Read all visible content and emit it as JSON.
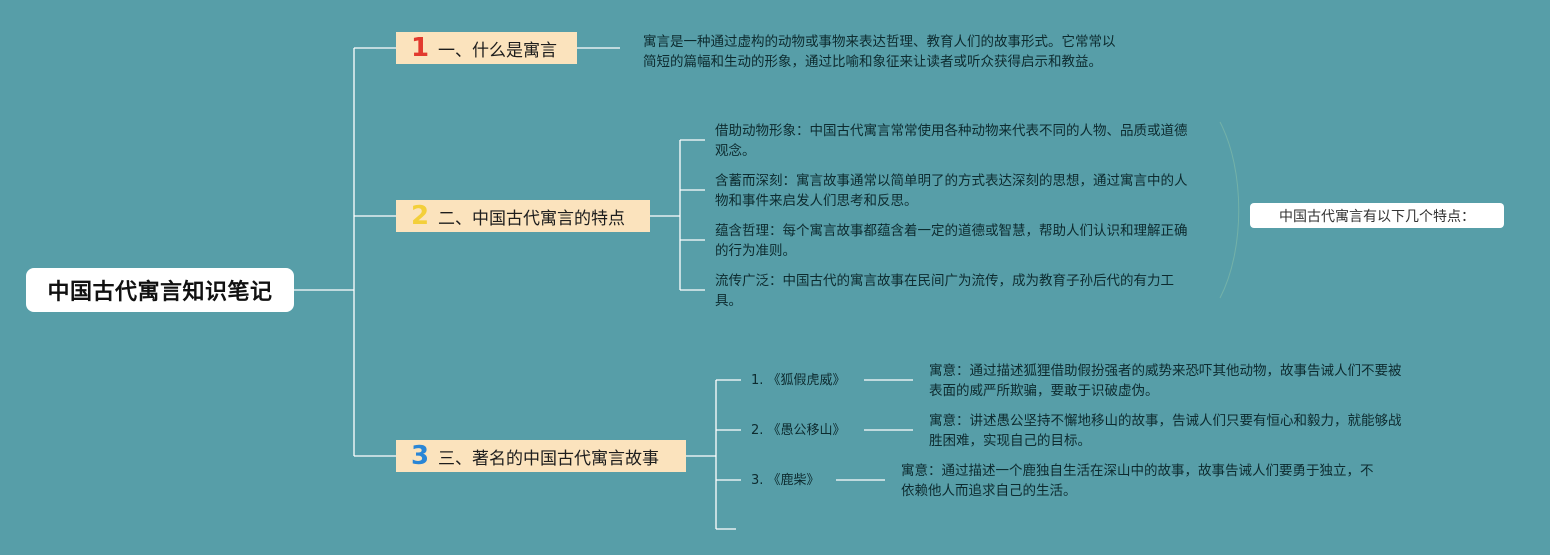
{
  "root": {
    "title": "中国古代寓言知识笔记"
  },
  "branches": [
    {
      "num": "1",
      "num_color": "#e23a2e",
      "label": "一、什么是寓言"
    },
    {
      "num": "2",
      "num_color": "#f3cf3a",
      "label": "二、中国古代寓言的特点"
    },
    {
      "num": "3",
      "num_color": "#2a86d6",
      "label": "三、著名的中国古代寓言故事"
    }
  ],
  "definition": {
    "line1": "寓言是一种通过虚构的动物或事物来表达哲理、教育人们的故事形式。它常常以",
    "line2": "简短的篇幅和生动的形象，通过比喻和象征来让读者或听众获得启示和教益。"
  },
  "features": [
    {
      "line1": "借助动物形象：中国古代寓言常常使用各种动物来代表不同的人物、品质或道德",
      "line2": "观念。"
    },
    {
      "line1": "含蓄而深刻：寓言故事通常以简单明了的方式表达深刻的思想，通过寓言中的人",
      "line2": "物和事件来启发人们思考和反思。"
    },
    {
      "line1": "蕴含哲理：每个寓言故事都蕴含着一定的道德或智慧，帮助人们认识和理解正确",
      "line2": "的行为准则。"
    },
    {
      "line1": "流传广泛：中国古代的寓言故事在民间广为流传，成为教育子孙后代的有力工",
      "line2": "具。"
    }
  ],
  "summary": "中国古代寓言有以下几个特点：",
  "stories": [
    {
      "title": "1. 《狐假虎威》",
      "meaning1": "寓意：通过描述狐狸借助假扮强者的威势来恐吓其他动物，故事告诫人们不要被",
      "meaning2": "表面的威严所欺骗，要敢于识破虚伪。"
    },
    {
      "title": "2. 《愚公移山》",
      "meaning1": "寓意：讲述愚公坚持不懈地移山的故事，告诫人们只要有恒心和毅力，就能够战",
      "meaning2": "胜困难，实现自己的目标。"
    },
    {
      "title": "3. 《鹿柴》",
      "meaning1": "寓意：通过描述一个鹿独自生活在深山中的故事，故事告诫人们要勇于独立，不",
      "meaning2": "依赖他人而追求自己的生活。"
    }
  ],
  "colors": {
    "background": "#579ea8",
    "branch_fill": "#fbe3bd",
    "line": "#ffffff"
  }
}
